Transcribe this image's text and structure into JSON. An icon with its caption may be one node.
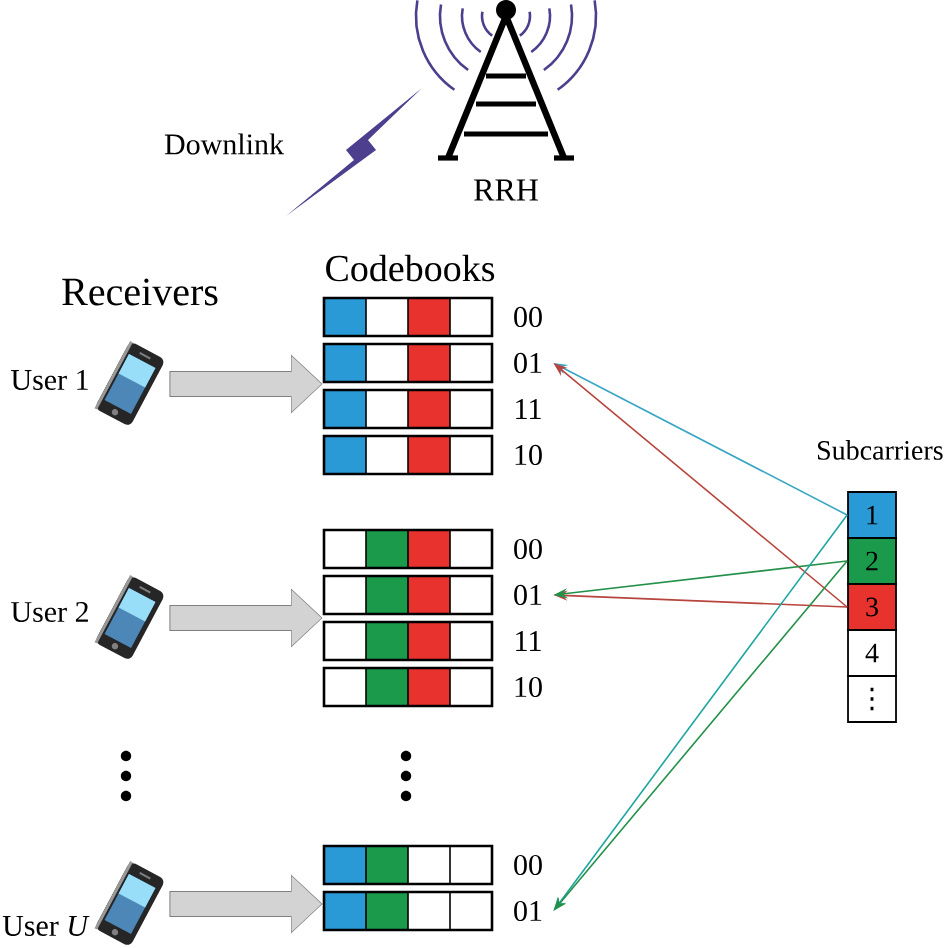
{
  "diagram": {
    "nodes": [
      {
        "text": [],
        "shape": "picture",
        "beside": [
          "User 1"
        ]
      },
      {
        "text": [],
        "shape": "box"
      },
      {
        "text": [
          "00"
        ]
      },
      {
        "text": [
          "01"
        ]
      },
      {
        "text": [
          "11"
        ]
      },
      {
        "text": [
          "10"
        ]
      },
      {
        "text": [],
        "shape": "picture",
        "beside": [
          "User 2"
        ]
      },
      {
        "text": [],
        "shape": "box"
      },
      {
        "text": [
          "00"
        ]
      },
      {
        "text": [
          "01"
        ]
      },
      {
        "text": [
          "11"
        ]
      },
      {
        "text": [
          "10"
        ]
      },
      {
        "text": [],
        "shape": "picture",
        "beside": [
          "User *U*"
        ]
      },
      {
        "text": [],
        "shape": "box"
      },
      {
        "text": [
          "00"
        ]
      },
      {
        "text": [
          "01"
        ]
      },
      {
        "text": [
          "1"
        ]
      },
      {
        "text": [
          "2"
        ]
      },
      {
        "text": [
          "3"
        ]
      },
      {
        "text": [
          "4"
        ]
      },
      {
        "text": [
          "⋮"
        ]
      }
    ],
    "edges": [
      {
        "from": 0,
        "to": 1,
        "arrow": "to",
        "style": "thick",
        "color": "#808080"
      },
      {
        "from": 6,
        "to": 7,
        "arrow": "to",
        "style": "thick",
        "color": "#808080"
      },
      {
        "from": 12,
        "to": 13,
        "arrow": "to",
        "style": "thick",
        "color": "#808080"
      },
      {
        "from": 16,
        "to": 3,
        "arrow": "to",
        "color": "#3aa6c4"
      },
      {
        "from": 18,
        "to": 3,
        "arrow": "to",
        "color": "#b8443e"
      },
      {
        "from": 18,
        "to": 9,
        "arrow": "to",
        "color": "#b8443e"
      },
      {
        "from": 17,
        "to": 9,
        "arrow": "to",
        "color": "#24904a"
      },
      {
        "from": 16,
        "to": 15,
        "arrow": "to",
        "color": "#1ea5a0"
      },
      {
        "from": 17,
        "to": 15,
        "arrow": "to",
        "color": "#24904a"
      }
    ],
    "labels": [
      "Downlink",
      "RRH",
      "Receivers",
      "Codebooks",
      "Subcarriers"
    ]
  }
}
